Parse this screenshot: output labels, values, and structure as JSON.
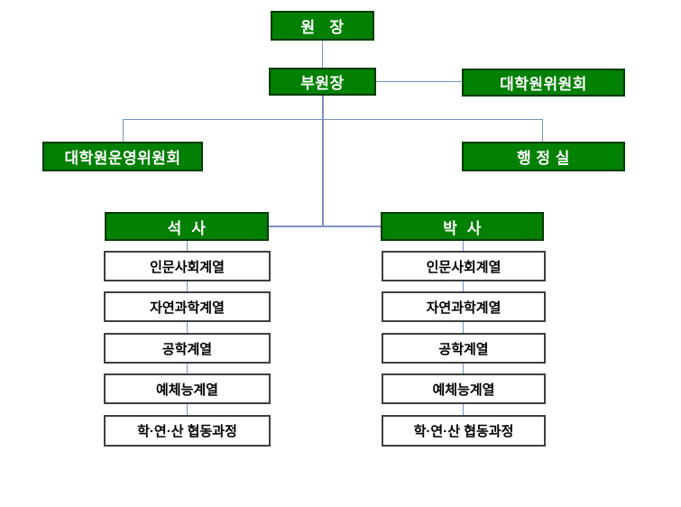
{
  "diagram": {
    "nodes": {
      "director": "원   장",
      "vice_director": "부원장",
      "grad_committee": "대학원위원회",
      "operating_committee": "대학원운영위원회",
      "admin_office": "행 정 실",
      "masters": "석  사",
      "doctoral": "박  사"
    },
    "masters_track": {
      "items": [
        "인문사회계열",
        "자연과학계열",
        "공학계열",
        "예체능계열",
        "학·연·산 협동과정"
      ]
    },
    "doctoral_track": {
      "items": [
        "인문사회계열",
        "자연과학계열",
        "공학계열",
        "예체능계열",
        "학·연·산 협동과정"
      ]
    },
    "colors": {
      "box_fill": "#018001",
      "box_border": "#003b00",
      "box_text": "#ffffff",
      "line": "#7a93c3",
      "white_box_border": "#3f3f3f",
      "white_box_text": "#000000"
    }
  }
}
